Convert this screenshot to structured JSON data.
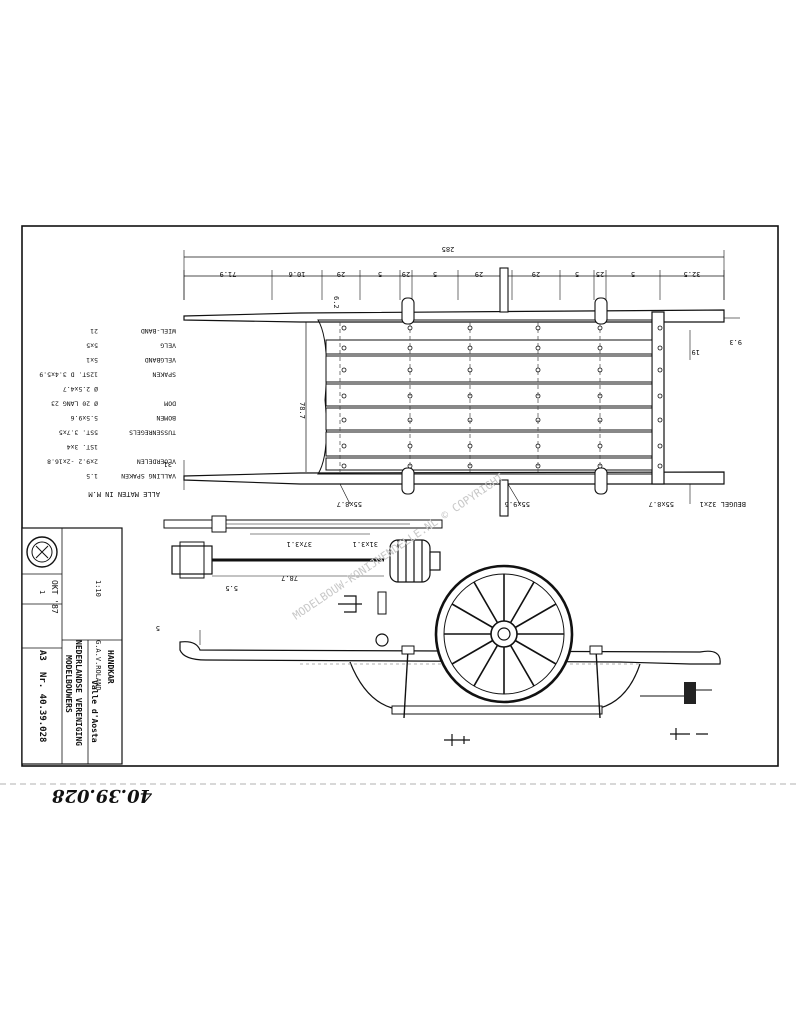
{
  "drawing": {
    "overall_length": "285",
    "top_dims": [
      "71.9",
      "10.6",
      "29",
      "5",
      "29",
      "5",
      "29",
      "5",
      "29",
      "5",
      "25",
      "5",
      "32.5"
    ],
    "small_dims": [
      "6.2",
      "9.3",
      "19"
    ],
    "inner_length": "78.7",
    "left_dim": "31",
    "bottom_dims": [
      "55x8.7",
      "55x9.6",
      "55x8.7"
    ],
    "beugel": "BEUGEL 32x1",
    "axle_dims": [
      "37x3.1",
      "31x3.1",
      "78.7",
      "5.5"
    ],
    "side_dim": "5",
    "bottom_code": "40.39.028"
  },
  "parts_list": {
    "title": "ALLE MATEN IN M.M",
    "items": [
      {
        "name": "VALLING SPAKEN",
        "spec": "1.5"
      },
      {
        "name": "VLOERDELEN",
        "spec": "2x9.2 -2x16.8"
      },
      {
        "name": "",
        "spec": "1ST. 3x4"
      },
      {
        "name": "TUSSENREGELS",
        "spec": "5ST. 3.7x5"
      },
      {
        "name": "BOMEN",
        "spec": "5.5x9.6"
      },
      {
        "name": "DOM",
        "spec": "Ø 20 LANG 23"
      },
      {
        "name": "",
        "spec": "Ø 2.5x4.7"
      },
      {
        "name": "SPAKEN",
        "spec": "12ST. D 3.4x5.9"
      },
      {
        "name": "VELGBAND",
        "spec": "5x1"
      },
      {
        "name": "VELG",
        "spec": "5x5"
      },
      {
        "name": "WIEL-BAND",
        "spec": "21"
      }
    ]
  },
  "title_block": {
    "title": "HANDKAR",
    "subtitle": "Valle d'Aosta",
    "drawn_by": "G.A.V.ROLAND",
    "org_line1": "NEDERLANDSE VERENIGING",
    "org_line2": "MODELBOUWERS",
    "scale": "1:10",
    "date": "OKT '87",
    "sheet": "1",
    "format": "A3",
    "number": "Nr. 40.39.028"
  },
  "watermark": "MODELBOUW-KONIJNENDELLE.NL © COPYRIGHT"
}
